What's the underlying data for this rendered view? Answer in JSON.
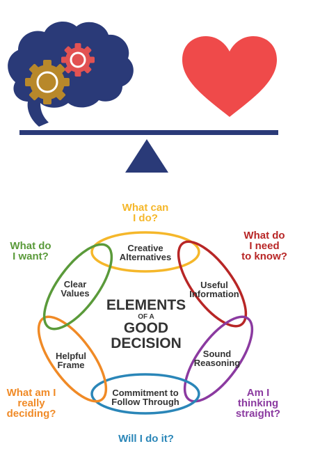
{
  "colors": {
    "navy": "#2a3a78",
    "gear_gold": "#b8882a",
    "gear_red": "#e25252",
    "heart": "#ef4a4a",
    "ring_yellow": "#f5b72a",
    "ring_red": "#b82626",
    "ring_purple": "#8b3aa0",
    "ring_blue": "#2a86b8",
    "ring_orange": "#f08a26",
    "ring_green": "#5a9a3a",
    "text_dark": "#333333"
  },
  "icons": {
    "brain": "brain-icon",
    "gear_large": "gear-icon",
    "gear_small": "gear-icon",
    "heart": "heart-icon",
    "fulcrum": "triangle-icon"
  },
  "center": {
    "line1": "ELEMENTS",
    "line2": "OF A",
    "line3": "GOOD",
    "line4": "DECISION"
  },
  "elements": {
    "creative": {
      "l1": "Creative",
      "l2": "Alternatives"
    },
    "useful": {
      "l1": "Useful",
      "l2": "Information"
    },
    "sound": {
      "l1": "Sound",
      "l2": "Reasoning"
    },
    "commitment": {
      "l1": "Commitment to",
      "l2": "Follow Through"
    },
    "helpful": {
      "l1": "Helpful",
      "l2": "Frame"
    },
    "clear": {
      "l1": "Clear",
      "l2": "Values"
    }
  },
  "questions": {
    "what_can": {
      "l1": "What can",
      "l2": "I do?"
    },
    "what_need": {
      "l1": "What do",
      "l2": "I need",
      "l3": "to know?"
    },
    "thinking": {
      "l1": "Am I",
      "l2": "thinking",
      "l3": "straight?"
    },
    "will": {
      "l1": "Will I do it?"
    },
    "deciding": {
      "l1": "What am I",
      "l2": "really",
      "l3": "deciding?"
    },
    "want": {
      "l1": "What do",
      "l2": "I want?"
    }
  }
}
